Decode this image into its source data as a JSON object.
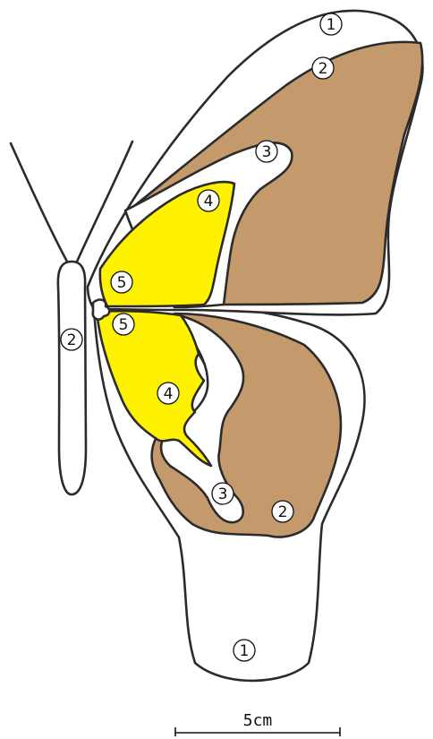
{
  "zones": [
    {
      "id": "z1",
      "number": "1",
      "color": "#ffffff"
    },
    {
      "id": "z2",
      "number": "2",
      "color": "#c49a6c"
    },
    {
      "id": "z3",
      "number": "3",
      "color": "#ffffff"
    },
    {
      "id": "z4",
      "number": "4",
      "color": "#fff200"
    },
    {
      "id": "z5",
      "number": "5",
      "color": "#ffffff"
    }
  ],
  "labels": {
    "forewing_edge": "1",
    "forewing_brown": "2",
    "forewing_band": "3",
    "forewing_yellow": "4",
    "forewing_base": "5",
    "body": "2",
    "hindwing_base": "5",
    "hindwing_yellow": "4",
    "hindwing_band": "3",
    "hindwing_brown": "2",
    "hindwing_tail": "1"
  },
  "scale_bar": {
    "label": "5cm"
  },
  "colors": {
    "outline": "#2b2b2b",
    "brown": "#c49a6c",
    "yellow": "#fff200",
    "white": "#ffffff"
  }
}
